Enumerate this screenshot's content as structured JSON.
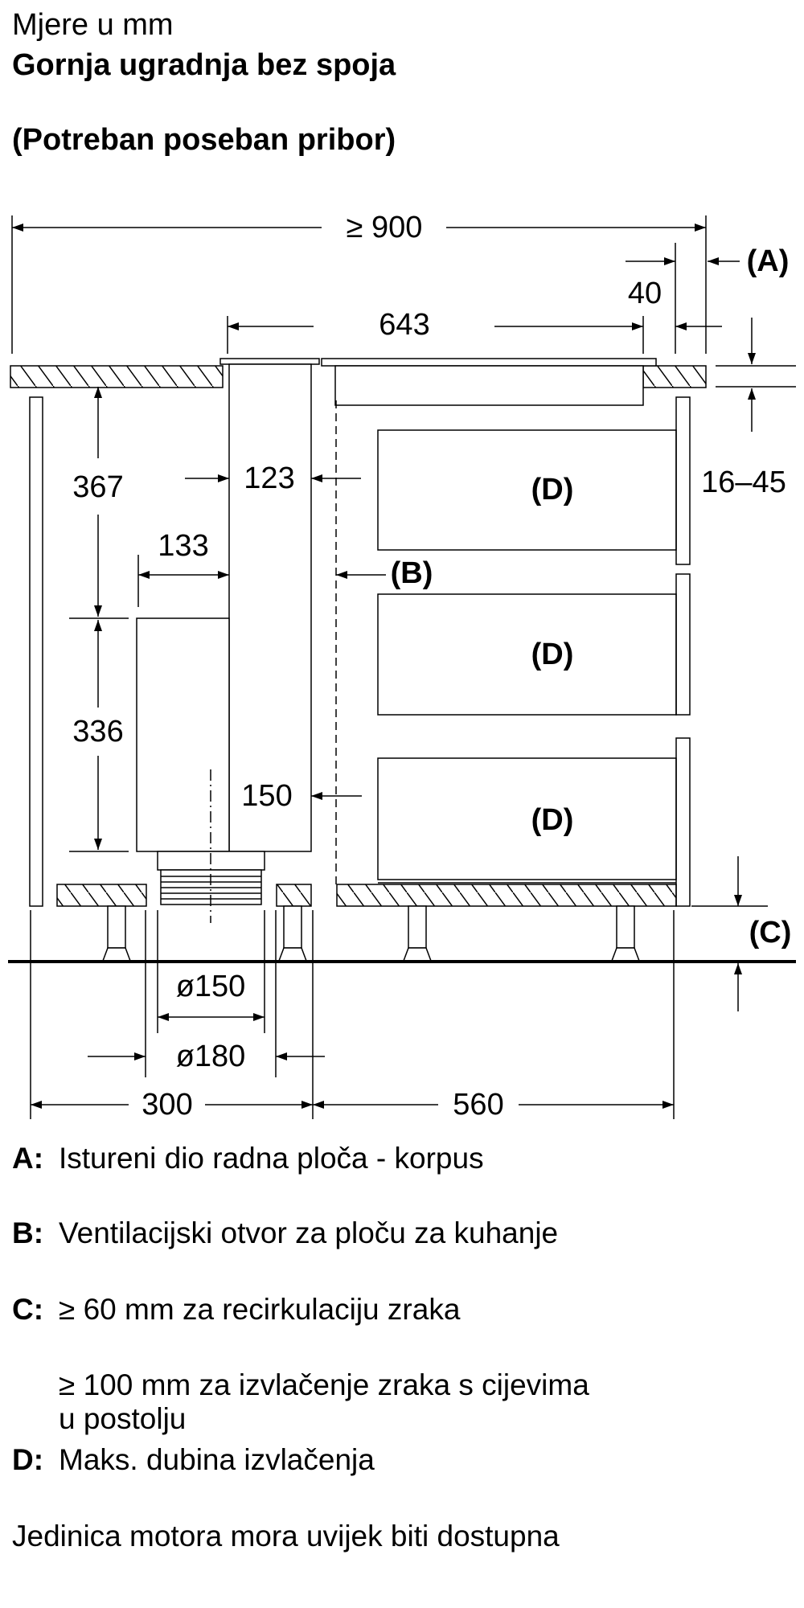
{
  "header": {
    "units": "Mjere u mm",
    "title": "Gornja ugradnja bez spoja",
    "subtitle": "(Potreban poseban pribor)"
  },
  "dimensions": {
    "width_total": "≥ 900",
    "d40": "40",
    "d643": "643",
    "d16_45": "16–45",
    "d367": "367",
    "d336": "336",
    "d133": "133",
    "d123": "123",
    "d150": "150",
    "dia150": "ø150",
    "dia180": "ø180",
    "d300": "300",
    "d560": "560"
  },
  "markers": {
    "A": "(A)",
    "B": "(B)",
    "C": "(C)",
    "D": "(D)"
  },
  "legend": [
    {
      "key": "A:",
      "text": "Istureni dio radna ploča - korpus"
    },
    {
      "key": "B:",
      "text": "Ventilacijski otvor za ploču za kuhanje"
    },
    {
      "key": "C:",
      "text": "≥ 60 mm za recirkulaciju zraka",
      "extra": [
        "≥ 100 mm za izvlačenje zraka s cijevima",
        "u postolju"
      ]
    },
    {
      "key": "D:",
      "text": "Maks. dubina izvlačenja"
    }
  ],
  "note": "Jedinica motora mora uvijek biti dostupna"
}
